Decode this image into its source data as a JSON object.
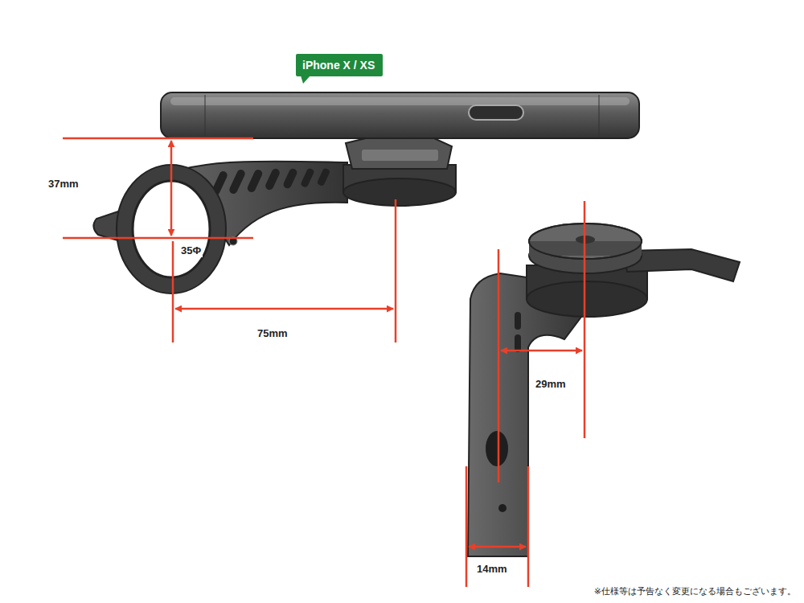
{
  "diagram": {
    "nodes": [
      {
        "text": [
          "iPhone X / XS"
        ]
      }
    ],
    "labels": [
      "37mm",
      "35Φ",
      "75mm",
      "29mm",
      "14mm",
      "※仕様等は予告なく変更になる場合もございます。"
    ]
  }
}
